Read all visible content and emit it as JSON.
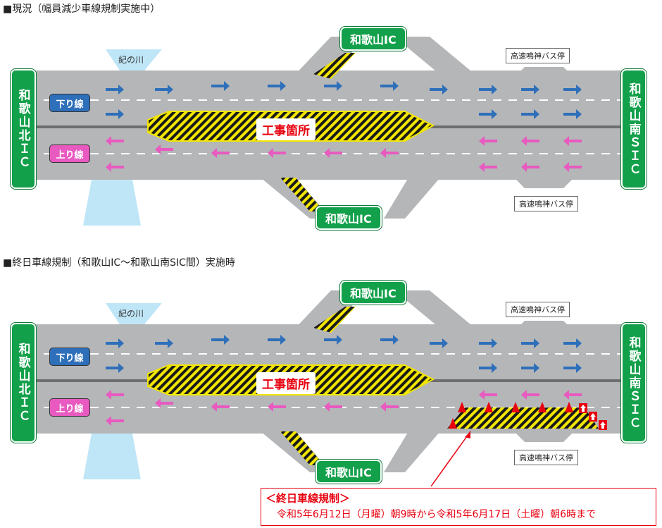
{
  "top": {
    "title": "■現況（幅員減少車線規制実施中）",
    "north_sign": "和歌山北ＩＣ",
    "south_sign": "和歌山南ＳＩＣ",
    "ic_top": "和歌山IC",
    "ic_bottom": "和歌山IC",
    "down_lane": "下り線",
    "up_lane": "上り線",
    "river": "紀の川",
    "works": "工事箇所",
    "bus_top": "高速鳴神バス停",
    "bus_bottom": "高速鳴神バス停"
  },
  "bottom": {
    "title": "■終日車線規制（和歌山IC～和歌山南SIC間）実施時",
    "north_sign": "和歌山北ＩＣ",
    "south_sign": "和歌山南ＳＩＣ",
    "ic_top": "和歌山IC",
    "ic_bottom": "和歌山IC",
    "down_lane": "下り線",
    "up_lane": "上り線",
    "river": "紀の川",
    "works": "工事箇所",
    "bus_top": "高速鳴神バス停",
    "bus_bottom": "高速鳴神バス停"
  },
  "restriction": {
    "title": "＜終日車線規制＞",
    "period": "令和5年6月12日（月曜）朝9時から令和5年6月17日（土曜）朝6時まで"
  },
  "colors": {
    "road": "#b4b6b8",
    "sign_green": "#12a04a",
    "down_arrow": "#2e6fba",
    "up_arrow": "#e85ac0",
    "river": "#bfe6f7",
    "hatch": "#f2e600",
    "cone": "#e8000f"
  }
}
